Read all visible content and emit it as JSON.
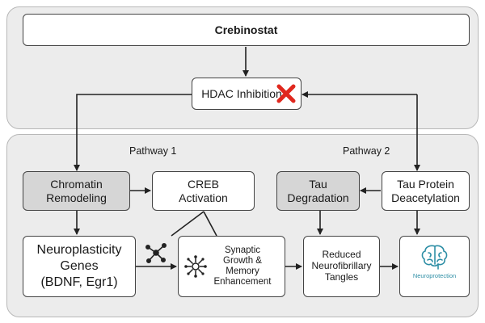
{
  "drug": "Crebinostat",
  "hdac": "HDAC Inhibition",
  "pathway1": "Pathway 1",
  "pathway2": "Pathway 2",
  "chromatin": [
    "Chromatin",
    "Remodeling"
  ],
  "creb": [
    "CREB",
    "Activation"
  ],
  "tau_deg": [
    "Tau",
    "Degradation"
  ],
  "tau_deacet": [
    "Tau Protein",
    "Deacetylation"
  ],
  "neuro_genes": [
    "Neuroplasticity",
    "Genes",
    "(BDNF, Egr1)"
  ],
  "synaptic": [
    "Synaptic",
    "Growth &",
    "Memory",
    "Enhancement"
  ],
  "reduced": [
    "Reduced",
    "Neurofibrillary",
    "Tangles"
  ],
  "neuroprotection": "Neuroprotection",
  "icons": {
    "inhibit": "red-x-icon",
    "network": "molecule-network-icon",
    "synapse": "neuron-hub-icon",
    "brain": "brain-icon"
  },
  "colors": {
    "x_mark": "#e0281e",
    "brain": "#2f8fa6",
    "panel": "#ececec",
    "gray_box": "#d6d6d6"
  }
}
